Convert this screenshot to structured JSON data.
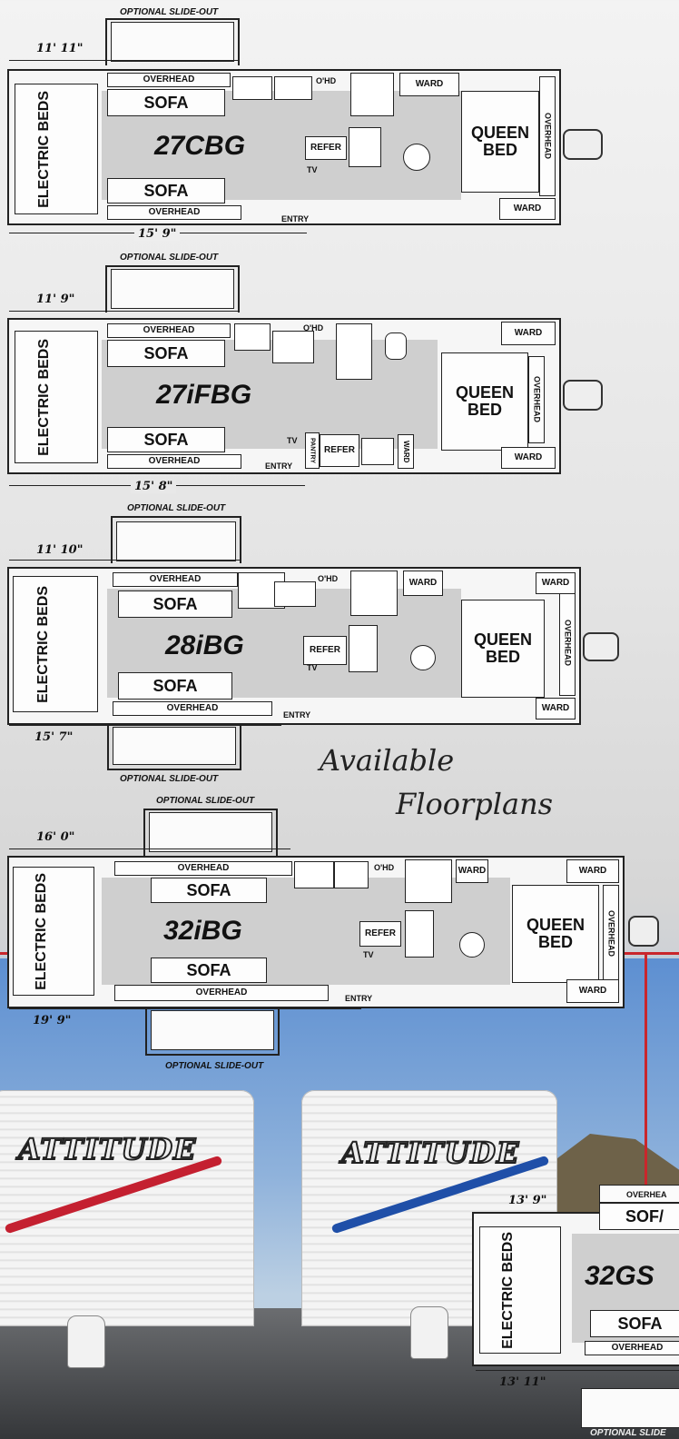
{
  "labels": {
    "optional_slide_out": "OPTIONAL SLIDE-OUT",
    "electric_beds": "ELECTRIC BEDS",
    "sofa": "SOFA",
    "overhead": "OVERHEAD",
    "queen_bed": "QUEEN BED",
    "ward": "WARD",
    "refer": "REFER",
    "tv": "TV",
    "ohd": "O'HD",
    "entry": "ENTRY",
    "pantry": "PANTRY"
  },
  "floorplans": [
    {
      "model": "27CBG",
      "slide_dim": "11' 11\"",
      "length_dim": "15' 9\""
    },
    {
      "model": "27iFBG",
      "slide_dim": "11' 9\"",
      "length_dim": "15' 8\""
    },
    {
      "model": "28iBG",
      "slide_dim": "11' 10\"",
      "length_dim": "15' 7\""
    },
    {
      "model": "32iBG",
      "slide_dim": "16' 0\"",
      "length_dim": "19' 9\""
    },
    {
      "model": "32GS",
      "slide_dim": "13' 9\"",
      "length_dim": "13' 11\""
    }
  ],
  "tagline": {
    "line1": "Available",
    "line2": "Floorplans"
  },
  "photo": {
    "brand": "ATTITUDE",
    "accent_left": "#c42030",
    "accent_right": "#1f4fa8"
  },
  "partial": {
    "overhead": "OVERHEA",
    "sofa": "SOF/",
    "optional": "OPTIONAL SLIDE"
  }
}
